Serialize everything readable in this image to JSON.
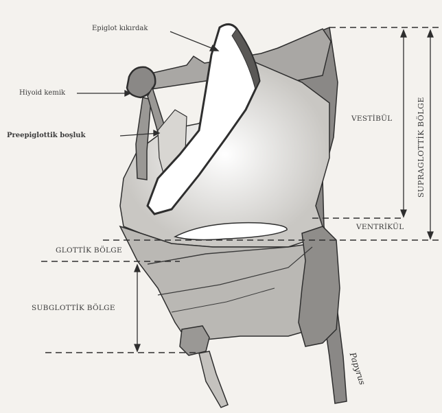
{
  "labels": {
    "epiglot": "Epiglot kıkırdak",
    "hiyoid": "Hiyoid kemik",
    "preepiglottik": "Preepiglottik boşluk",
    "vestibul": "VESTİBÜL",
    "ventrikul": "VENTRİKÜL",
    "supraglottik": "SUPRAGLOTTİK BÖLGE",
    "glottik": "GLOTTİK BÖLGE",
    "subglottik": "SUBGLOTTİK BÖLGE",
    "signature": "Papyrus"
  },
  "colors": {
    "background": "#f4f2ee",
    "tissue_light": "#d2d0cc",
    "tissue_mid": "#b4b2ae",
    "tissue_dark": "#7a7876",
    "outline": "#2e2e2e",
    "cartilage": "#ffffff"
  }
}
